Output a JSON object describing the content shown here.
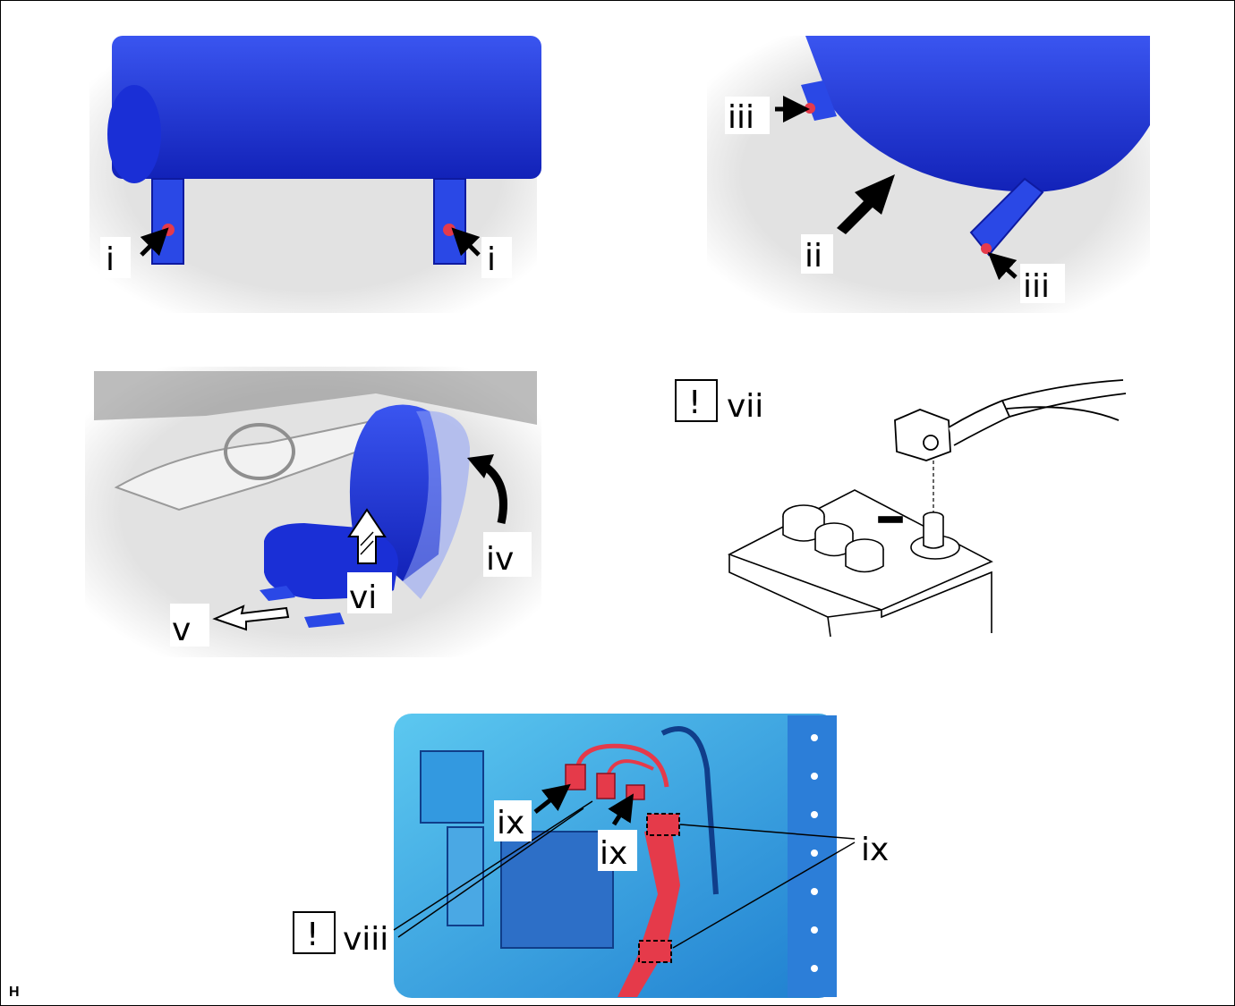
{
  "colors": {
    "part_blue": "#1a2fd6",
    "part_blue_light": "#3a55f0",
    "highlight_red": "#e53a4a",
    "body_gray": "#e4e4e4",
    "engine_cyan": "#39b9ec",
    "arrow_black": "#000000"
  },
  "icons": {
    "caution": "caution-box-icon"
  },
  "labels": {
    "i": "i",
    "ii": "ii",
    "iii": "iii",
    "iv": "iv",
    "v": "v",
    "vi": "vi",
    "vii": "vii",
    "viii": "viii",
    "ix": "ix",
    "caution_mark": "!"
  },
  "corner_mark": "H"
}
